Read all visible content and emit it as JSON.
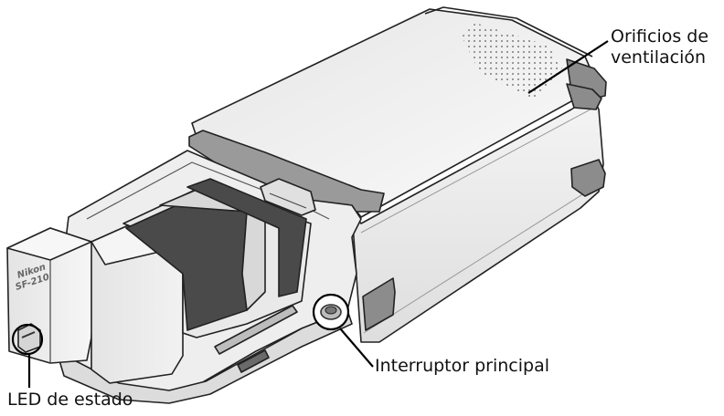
{
  "callouts": {
    "vents": {
      "line1": "Orificios de",
      "line2": "ventilación"
    },
    "power_switch": "Interruptor principal",
    "status_led": "LED de estado"
  },
  "device_markings": {
    "brand": "Nikon",
    "model": "SF-210"
  },
  "colors": {
    "outline": "#222222",
    "body_light": "#f1f1f1",
    "body_mid": "#e2e2e2",
    "bumper": "#8c8c8c",
    "slot": "#4a4a4a",
    "callout_line": "#000000"
  }
}
